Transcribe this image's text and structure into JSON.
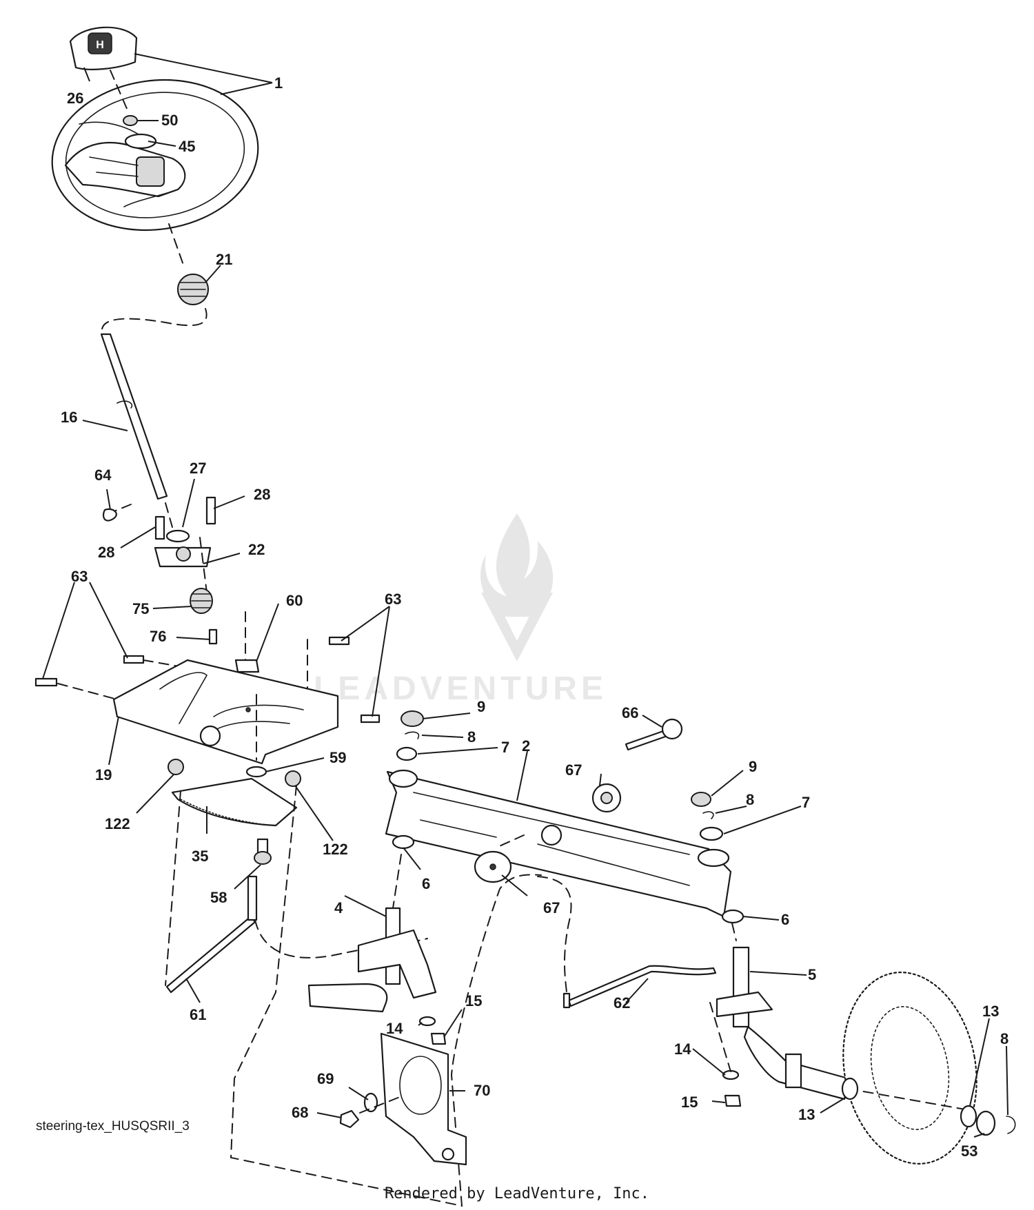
{
  "diagram": {
    "watermark_text": "LEADVENTURE",
    "diagram_id": "steering-tex_HUSQSRII_3",
    "footer": "Rendered by LeadVenture, Inc.",
    "callouts": [
      "1",
      "26",
      "50",
      "45",
      "21",
      "16",
      "64",
      "27",
      "28",
      "28",
      "22",
      "63",
      "75",
      "60",
      "76",
      "63",
      "19",
      "59",
      "122",
      "122",
      "35",
      "58",
      "61",
      "9",
      "8",
      "7",
      "2",
      "66",
      "67",
      "9",
      "8",
      "7",
      "6",
      "67",
      "6",
      "4",
      "5",
      "15",
      "14",
      "62",
      "69",
      "70",
      "68",
      "14",
      "15",
      "13",
      "13",
      "8",
      "53"
    ]
  }
}
